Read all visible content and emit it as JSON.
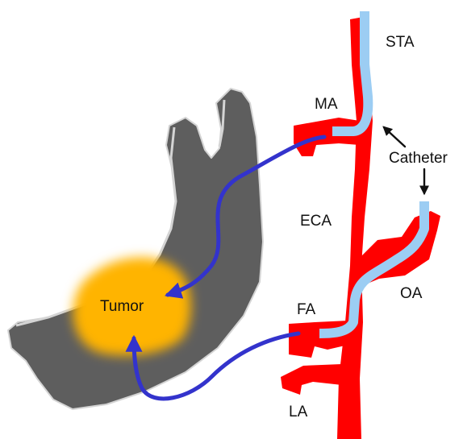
{
  "labels": {
    "sta": "STA",
    "ma": "MA",
    "catheter": "Catheter",
    "eca": "ECA",
    "oa": "OA",
    "tumor": "Tumor",
    "fa": "FA",
    "la": "LA"
  },
  "colors": {
    "artery": "#ff0000",
    "catheter": "#9ccdf3",
    "flow_arrow": "#3333cc",
    "tumor": "#ffb400",
    "bone": "#5e5e5e",
    "bone_edge": "#d4d4d4",
    "pointer_arrow": "#111111"
  },
  "icons": {
    "flow_arrow": "arrowhead",
    "pointer_arrow": "arrowhead"
  }
}
